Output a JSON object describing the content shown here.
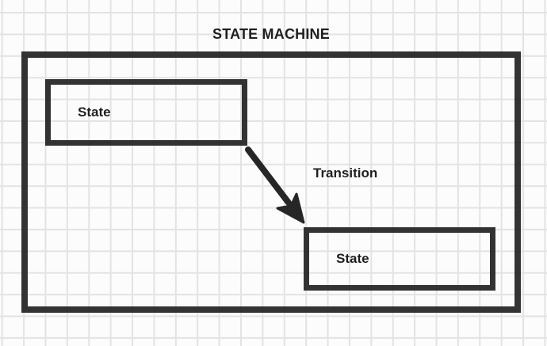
{
  "title": "STATE MACHINE",
  "nodes": [
    {
      "label": "State"
    },
    {
      "label": "State"
    }
  ],
  "edge": {
    "label": "Transition"
  },
  "colors": {
    "ink": "#262626",
    "grid": "#e3e3e3",
    "background": "#fcfcfc",
    "text": "#1f1f1f"
  }
}
